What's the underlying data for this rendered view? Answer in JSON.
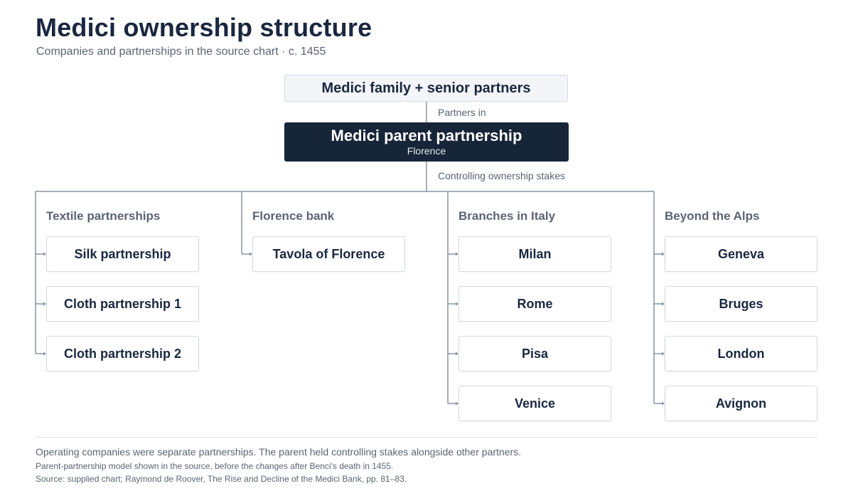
{
  "header": {
    "title": "Medici ownership structure",
    "subtitle": "Companies and partnerships in the source chart · c. 1455"
  },
  "top_node": {
    "label": "Medici family + senior partners"
  },
  "edge_partners": "Partners in",
  "parent_node": {
    "name": "Medici parent partnership",
    "location": "Florence"
  },
  "edge_control": "Controlling ownership stakes",
  "groups": [
    {
      "title": "Textile partnerships",
      "items": [
        "Silk partnership",
        "Cloth partnership 1",
        "Cloth partnership 2"
      ]
    },
    {
      "title": "Florence bank",
      "items": [
        "Tavola of Florence"
      ]
    },
    {
      "title": "Branches in Italy",
      "items": [
        "Milan",
        "Rome",
        "Pisa",
        "Venice"
      ]
    },
    {
      "title": "Beyond the Alps",
      "items": [
        "Geneva",
        "Bruges",
        "London",
        "Avignon"
      ]
    }
  ],
  "footer": {
    "note": "Operating companies were separate partnerships. The parent held controlling stakes alongside other partners.",
    "detail": "Parent-partnership model shown in the source, before the changes after Benci's death in 1455.",
    "source": "Source: supplied chart; Raymond de Roover, The Rise and Decline of the Medici Bank, pp. 81–83."
  },
  "colors": {
    "parent_fill": "#172538",
    "connector": "#8a94a3"
  }
}
